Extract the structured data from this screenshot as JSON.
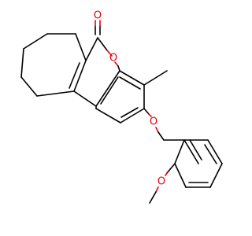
{
  "molecule": {
    "atoms": {
      "carbonyl_oxygen": {
        "symbol": "O"
      },
      "ring_oxygen": {
        "symbol": "O"
      },
      "ether_oxygen": {
        "symbol": "O"
      },
      "methoxy_oxygen": {
        "symbol": "O"
      }
    },
    "colors": {
      "bond": "#000000",
      "oxygen": "#e8000b",
      "background": "#ffffff"
    }
  }
}
